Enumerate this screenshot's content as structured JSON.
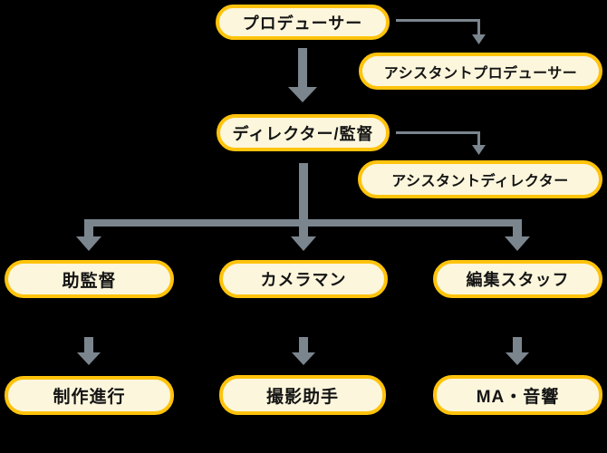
{
  "colors": {
    "bg": "#000000",
    "box-fill": "#FCF6DC",
    "box-border": "#FFC30B",
    "box-text": "#141414",
    "arrow": "#7B858E"
  },
  "org_chart": {
    "nodes": {
      "producer": {
        "label": "プロデューサー"
      },
      "assistant_producer": {
        "label": "アシスタントプロデューサー"
      },
      "director": {
        "label": "ディレクター/監督"
      },
      "assistant_director": {
        "label": "アシスタントディレクター"
      },
      "assistant_supervisor": {
        "label": "助監督"
      },
      "cameraman": {
        "label": "カメラマン"
      },
      "editing_staff": {
        "label": "編集スタッフ"
      },
      "production_manager": {
        "label": "制作進行"
      },
      "camera_assistant": {
        "label": "撮影助手"
      },
      "ma_sound": {
        "label": "MA・音響"
      }
    },
    "edges": [
      {
        "from": "producer",
        "to": "director",
        "type": "main",
        "style": "thick-down-arrow"
      },
      {
        "from": "producer",
        "to": "assistant_producer",
        "type": "assistant",
        "style": "thin-elbow-arrow"
      },
      {
        "from": "director",
        "to": "assistant_director",
        "type": "assistant",
        "style": "thin-elbow-arrow"
      },
      {
        "from": "director",
        "to": "assistant_supervisor",
        "type": "main",
        "style": "branch-arrow"
      },
      {
        "from": "director",
        "to": "cameraman",
        "type": "main",
        "style": "branch-arrow"
      },
      {
        "from": "director",
        "to": "editing_staff",
        "type": "main",
        "style": "branch-arrow"
      },
      {
        "from": "assistant_supervisor",
        "to": "production_manager",
        "type": "main",
        "style": "thick-down-arrow"
      },
      {
        "from": "cameraman",
        "to": "camera_assistant",
        "type": "main",
        "style": "thick-down-arrow"
      },
      {
        "from": "editing_staff",
        "to": "ma_sound",
        "type": "main",
        "style": "thick-down-arrow"
      }
    ]
  }
}
